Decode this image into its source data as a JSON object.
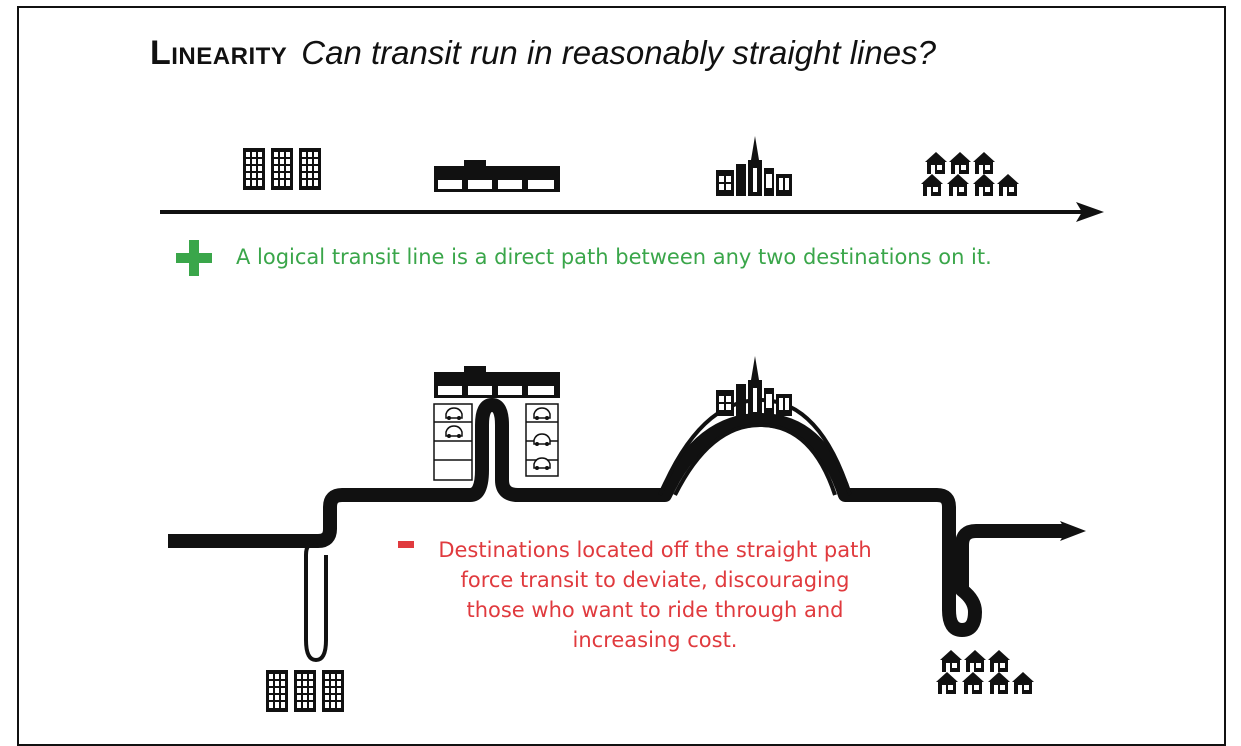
{
  "title": {
    "keyword": "Linearity",
    "question": "Can transit run in reasonably straight lines?"
  },
  "positive": {
    "symbol": "+",
    "caption": "A logical transit line is a direct path between any two destinations on it.",
    "color": "#3aa64a"
  },
  "negative": {
    "symbol": "-",
    "caption": "Destinations located off the straight path force transit to deviate, discouraging those who want to ride through and increasing cost.",
    "color": "#e03a3e"
  },
  "destinations": [
    "apartment-buildings",
    "shopping-center",
    "downtown-skyline",
    "suburban-houses"
  ]
}
